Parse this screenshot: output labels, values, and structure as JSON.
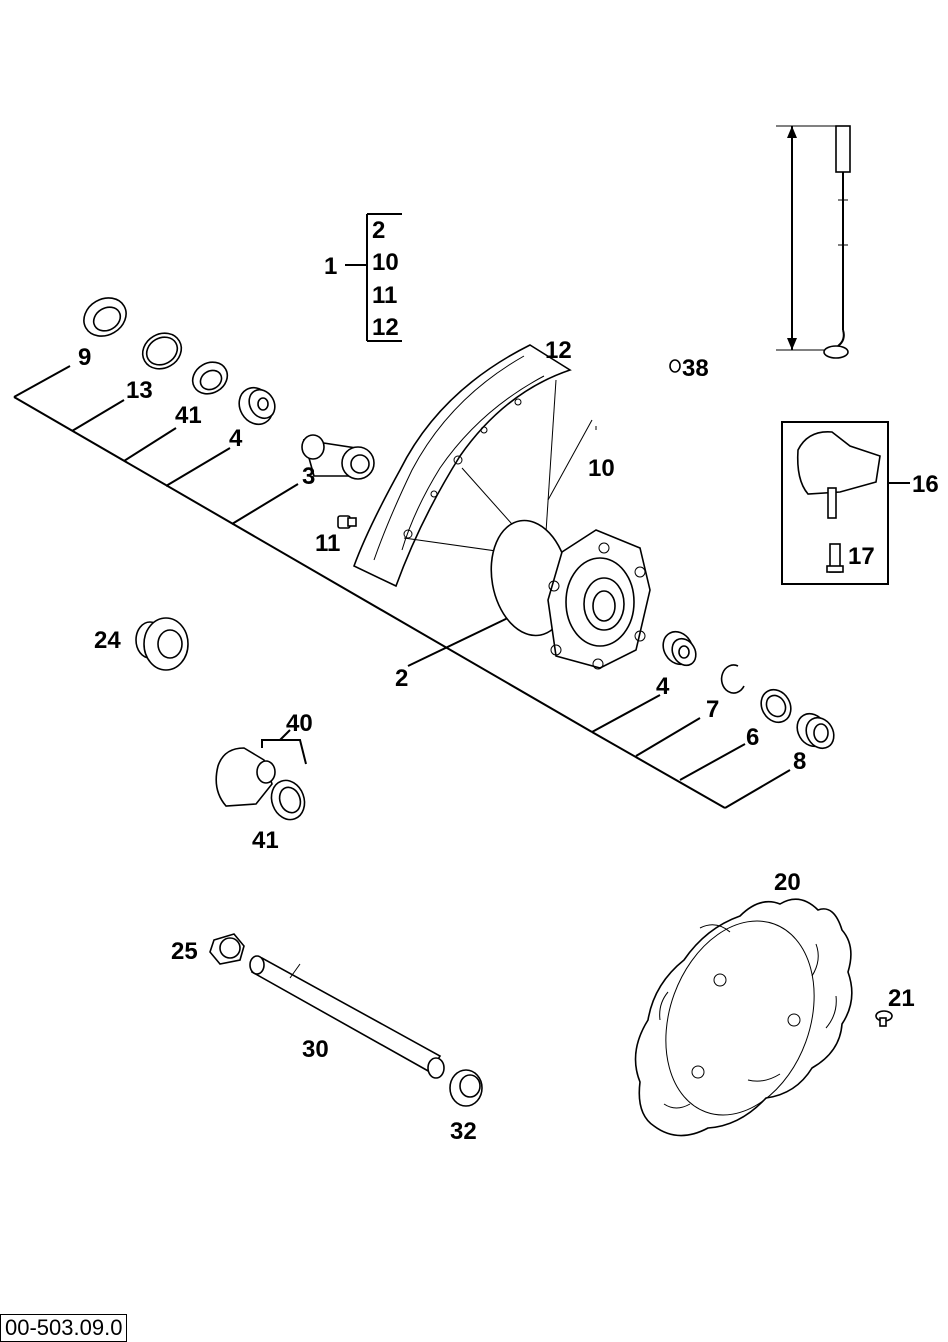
{
  "document_code": "00-503.09.0",
  "assembly_group": {
    "label": "1",
    "members": [
      "2",
      "10",
      "11",
      "12"
    ]
  },
  "callouts": {
    "spokes": "10",
    "rim": "12",
    "hub": "2",
    "spacer_tube": "3",
    "bearing_left": "4",
    "bearing_right": "4",
    "circlip": "7",
    "seal_ring_right": "6",
    "spacer_right": "8",
    "seal_left": "9",
    "shim_ring": "13",
    "retainer_left": "41",
    "retainer_lower": "41",
    "nipple": "11",
    "valve_cap": "38",
    "rim_lock_kit": "16",
    "rim_lock_screw": "17",
    "spacer_24": "24",
    "speedo_drive": "40",
    "brake_disc": "20",
    "disc_screw": "21",
    "axle_nut": "25",
    "axle": "30",
    "axle_clamp": "32"
  }
}
